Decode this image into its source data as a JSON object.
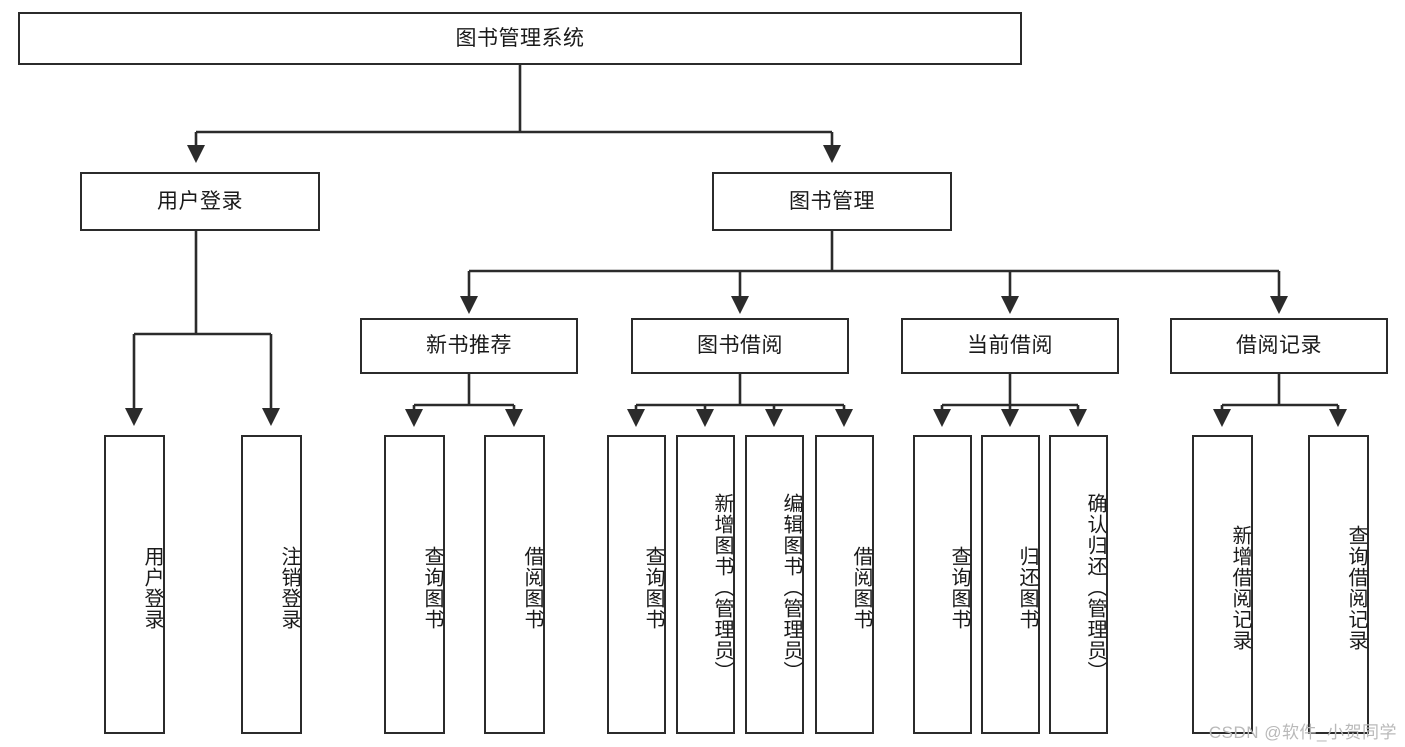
{
  "diagram": {
    "type": "tree-hierarchy-chart",
    "title": "图书管理系统",
    "stroke_color": "#2b2b2b",
    "fill_color": "#ffffff",
    "background": "#ffffff",
    "root": {
      "label": "图书管理系统"
    },
    "level2": [
      {
        "label": "用户登录"
      },
      {
        "label": "图书管理"
      }
    ],
    "level3": [
      {
        "label": "新书推荐"
      },
      {
        "label": "图书借阅"
      },
      {
        "label": "当前借阅"
      },
      {
        "label": "借阅记录"
      }
    ],
    "leaves": {
      "user_login": [
        {
          "label": "用户登录"
        },
        {
          "label": "注销登录"
        }
      ],
      "new_book_recommend": [
        {
          "label": "查询图书"
        },
        {
          "label": "借阅图书"
        }
      ],
      "book_borrow": [
        {
          "label": "查询图书"
        },
        {
          "label": "新增图书（管理员）"
        },
        {
          "label": "编辑图书（管理员）"
        },
        {
          "label": "借阅图书"
        }
      ],
      "current_borrow": [
        {
          "label": "查询图书"
        },
        {
          "label": "归还图书"
        },
        {
          "label": "确认归还（管理员）"
        }
      ],
      "borrow_record": [
        {
          "label": "新增借阅记录"
        },
        {
          "label": "查询借阅记录"
        }
      ]
    }
  },
  "watermark": {
    "text": "CSDN @软件_小贺同学"
  }
}
